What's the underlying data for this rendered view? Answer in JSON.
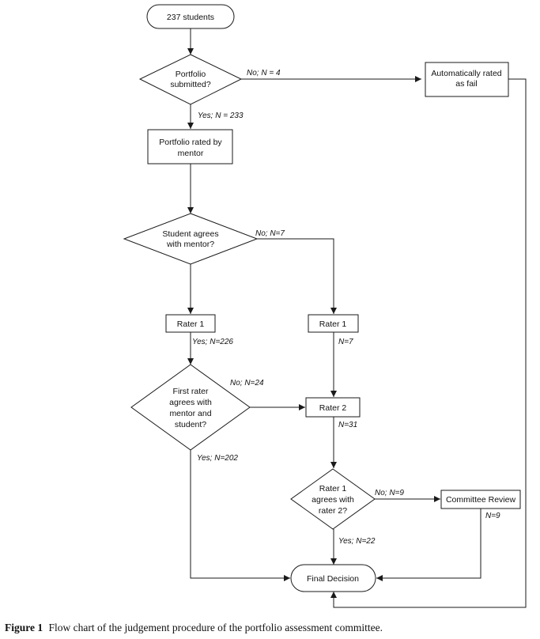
{
  "nodes": {
    "start": "237 students",
    "portfolio_submitted": [
      "Portfolio",
      "submitted?"
    ],
    "auto_fail": [
      "Automatically rated",
      "as fail"
    ],
    "rated_by_mentor": [
      "Portfolio rated by",
      "mentor"
    ],
    "student_agrees": [
      "Student agrees",
      "with mentor?"
    ],
    "rater1_left": "Rater 1",
    "rater1_right": "Rater 1",
    "first_rater_agrees": [
      "First rater",
      "agrees with",
      "mentor and",
      "student?"
    ],
    "rater2": "Rater 2",
    "rater1_agrees_rater2": [
      "Rater 1",
      "agrees with",
      "rater 2?"
    ],
    "committee_review": "Committee Review",
    "final_decision": "Final Decision"
  },
  "edges": {
    "no_4": "No; N = 4",
    "yes_233": "Yes; N = 233",
    "no_7": "No; N=7",
    "yes_226": "Yes; N=226",
    "n_7": "N=7",
    "no_24": "No; N=24",
    "n_31": "N=31",
    "yes_202": "Yes; N=202",
    "no_9": "No; N=9",
    "n_9": "N=9",
    "yes_22": "Yes; N=22"
  },
  "caption": {
    "label": "Figure 1",
    "text": "Flow chart of the judgement procedure of the portfolio assessment committee."
  }
}
